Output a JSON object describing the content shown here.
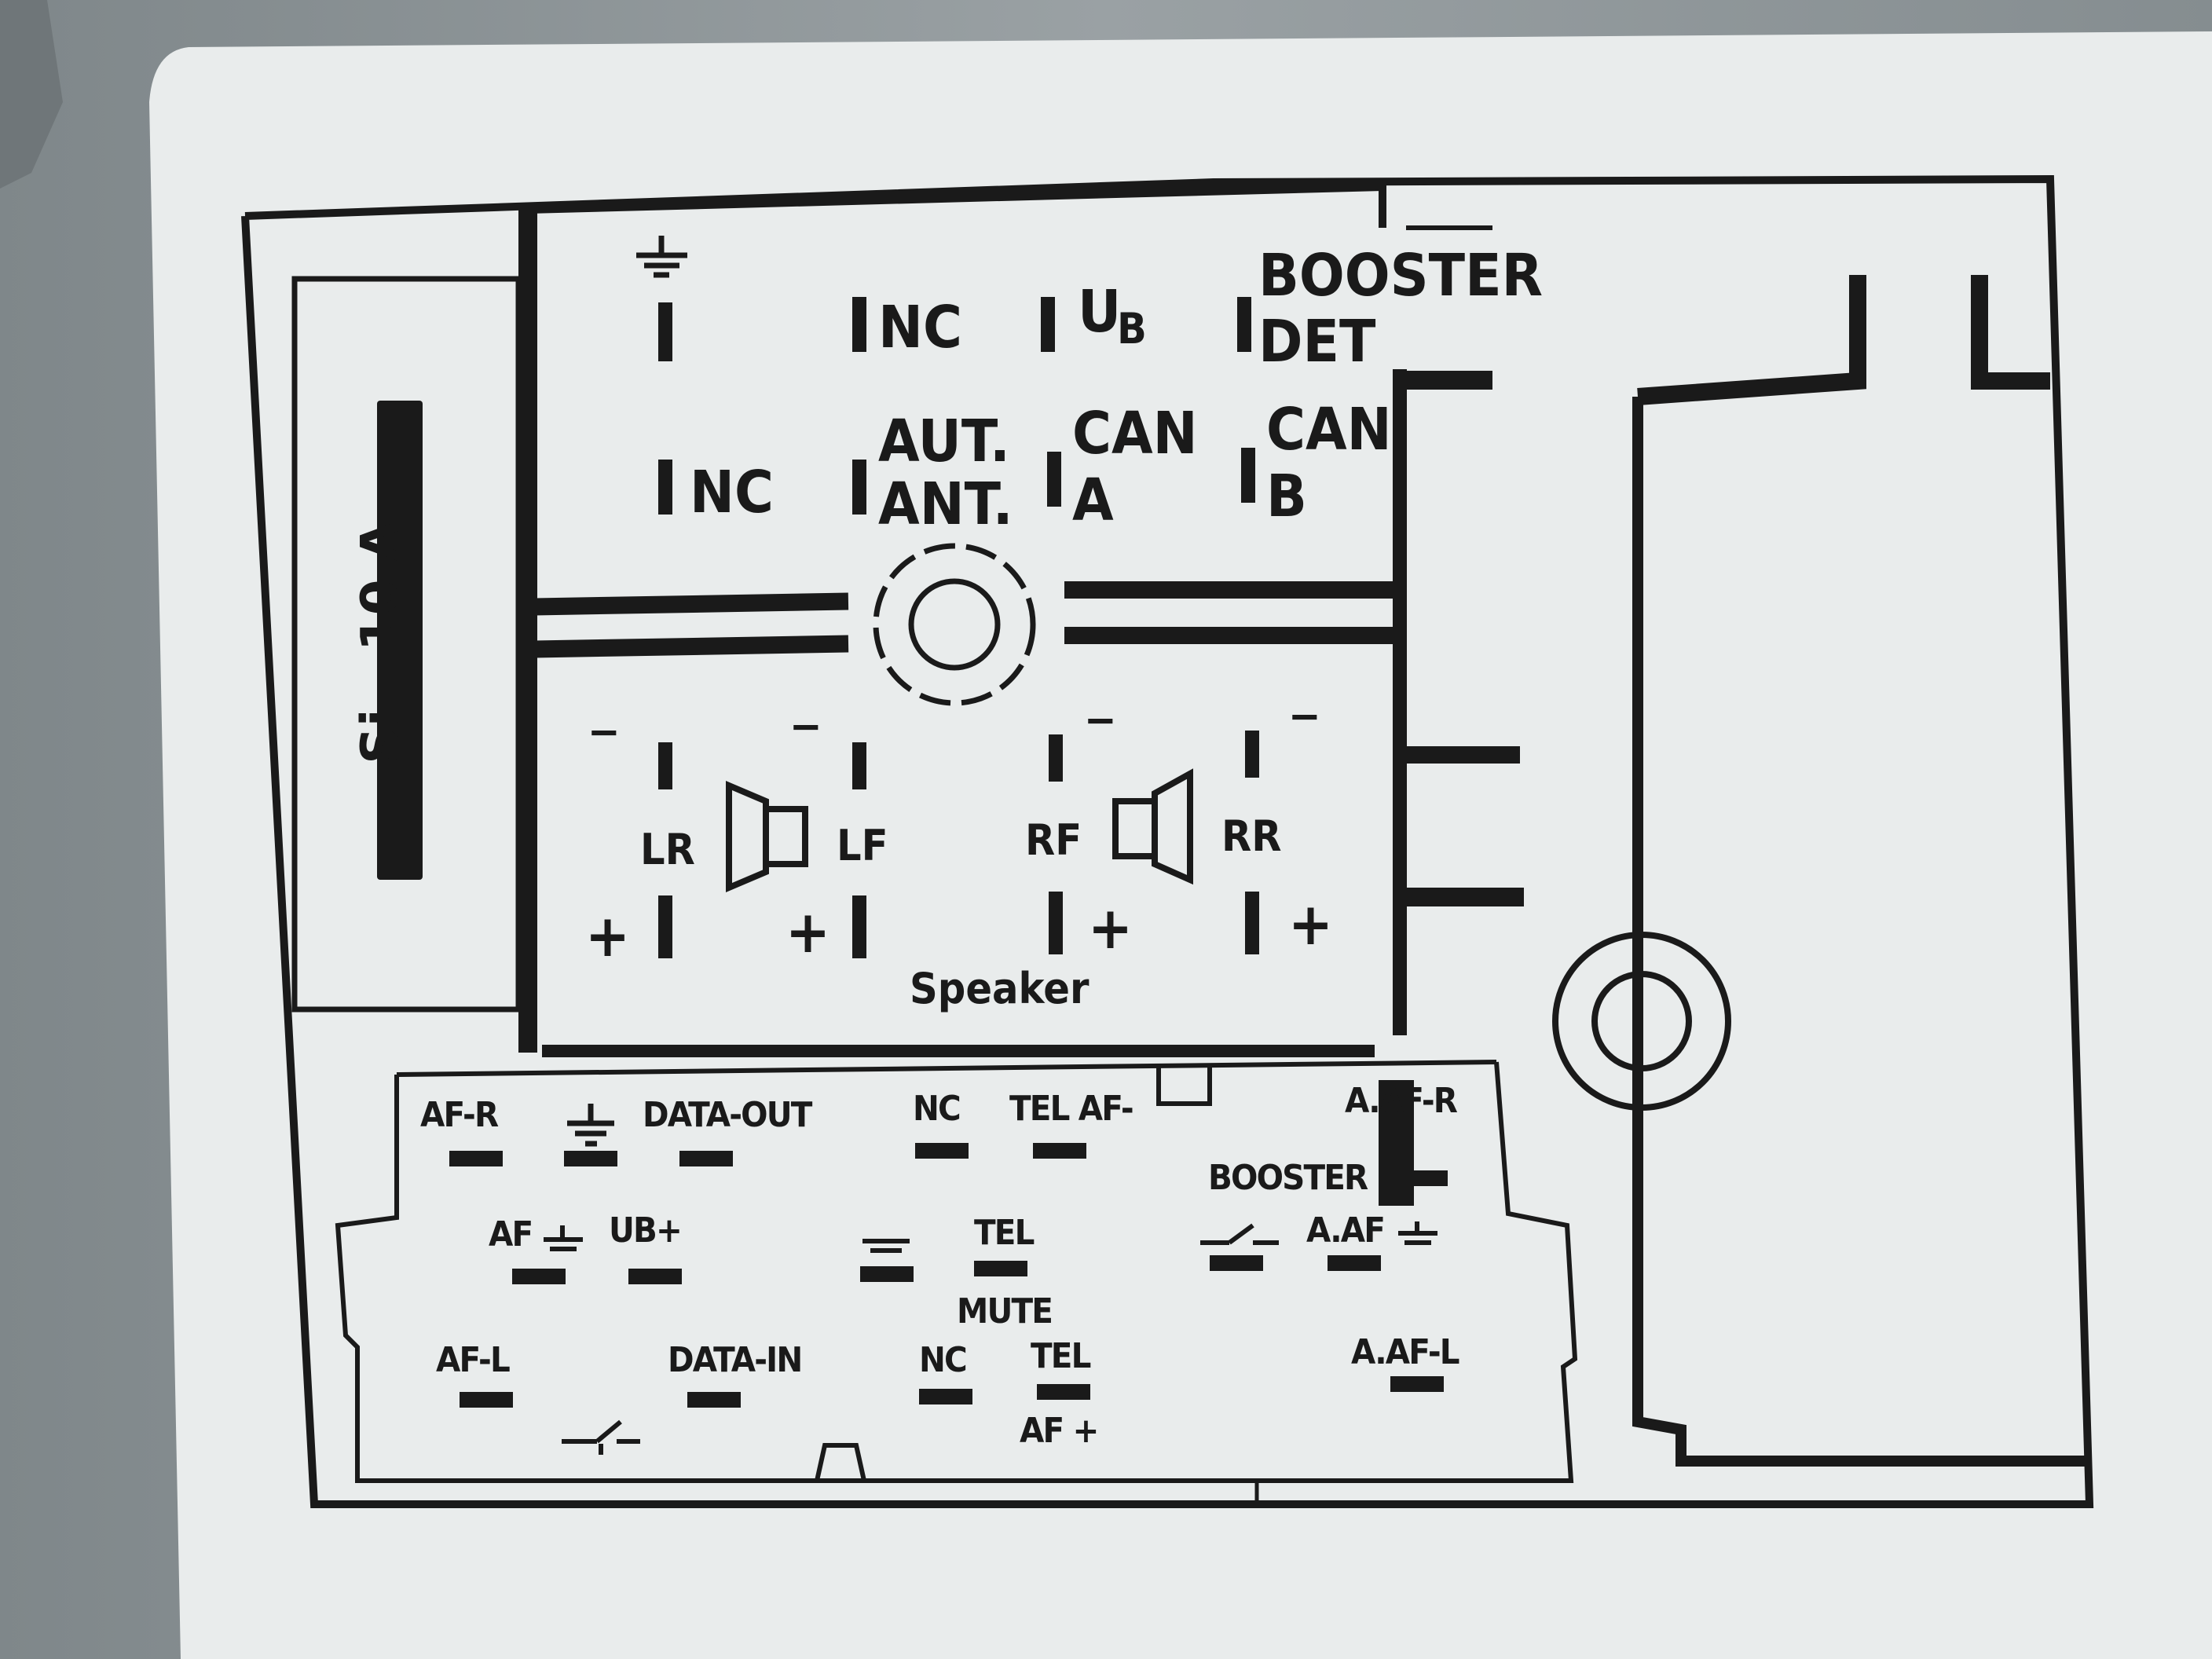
{
  "colors": {
    "ink": "#1a1a1a",
    "label": "#e9ecec",
    "metal": "#8f979a"
  },
  "fuse": {
    "label": "Si - 10 A"
  },
  "top_connector": {
    "row1": {
      "ground_symbol": "ground-icon",
      "nc": "NC",
      "ub_main": "U",
      "ub_sub": "B",
      "booster_line1": "BOOSTER",
      "booster_line2": "DET"
    },
    "row2": {
      "nc": "NC",
      "aut_line1": "AUT.",
      "aut_line2": "ANT.",
      "cana_line1": "CAN",
      "cana_line2": "A",
      "canb_line1": "CAN",
      "canb_line2": "B"
    },
    "speakers": {
      "lr": "LR",
      "lf": "LF",
      "rf": "RF",
      "rr": "RR",
      "minus": "−",
      "plus": "+",
      "caption": "Speaker"
    }
  },
  "bottom_connector": {
    "row1": {
      "af_r": "AF-R",
      "data_out": "DATA-OUT",
      "nc": "NC",
      "tel_af_minus": "TEL AF-",
      "a_af_r": "A.AF-R"
    },
    "row2": {
      "af_ground": "AF",
      "ub_plus": "UB+",
      "tel": "TEL",
      "mute": "MUTE",
      "booster": "BOOSTER",
      "a_af_ground": "A.AF"
    },
    "row3": {
      "af_l": "AF-L",
      "data_in": "DATA-IN",
      "nc": "NC",
      "tel": "TEL",
      "af_plus": "AF +",
      "a_af_l": "A.AF-L"
    }
  }
}
